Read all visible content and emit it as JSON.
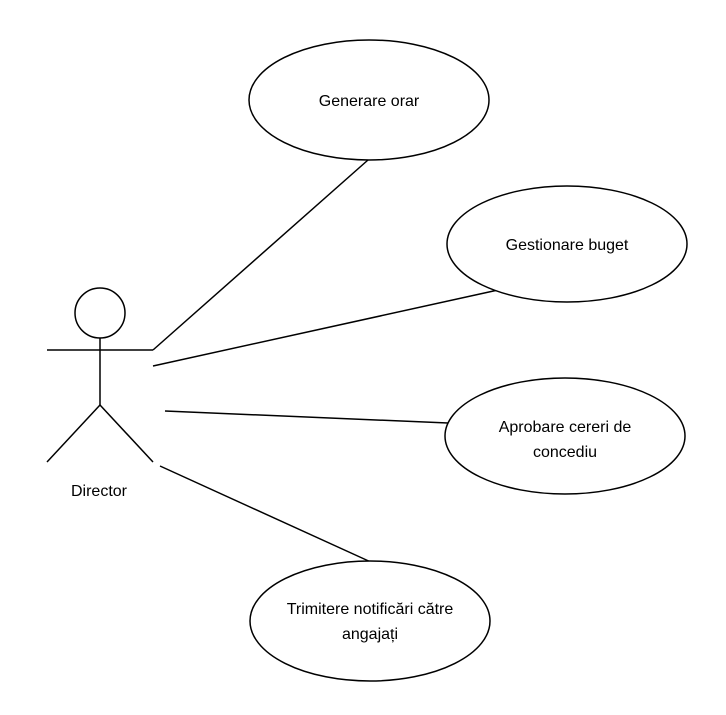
{
  "actor": {
    "name": "Director"
  },
  "use_cases": [
    {
      "lines": [
        "Generare orar"
      ]
    },
    {
      "lines": [
        "Gestionare buget"
      ]
    },
    {
      "lines": [
        "Aprobare cereri de",
        "concediu"
      ]
    },
    {
      "lines": [
        "Trimitere notificări către",
        "angajați"
      ]
    }
  ]
}
